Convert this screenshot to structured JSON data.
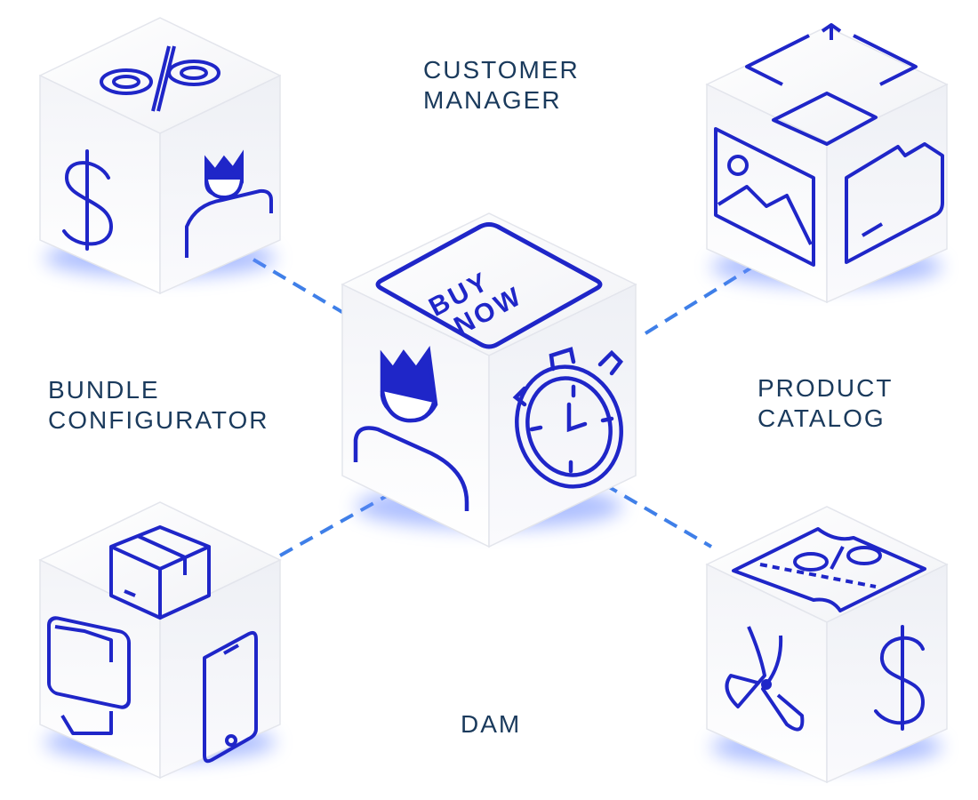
{
  "labels": {
    "customer_manager": [
      "CUSTOMER",
      "MANAGER"
    ],
    "bundle_configurator": [
      "BUNDLE",
      "CONFIGURATOR"
    ],
    "product_catalog": [
      "PRODUCT",
      "CATALOG"
    ],
    "dam": [
      "DAM"
    ]
  },
  "center_cube": {
    "badge_text": [
      "BUY",
      "NOW"
    ],
    "icons": [
      "buy-now-badge-icon",
      "customer-crown-icon",
      "stopwatch-icon"
    ]
  },
  "cubes": {
    "top_left": {
      "icons": [
        "percent-icon",
        "dollar-icon",
        "customer-crown-icon"
      ]
    },
    "top_right": {
      "icons": [
        "upload-box-icon",
        "image-icon",
        "folder-icon"
      ]
    },
    "bottom_left": {
      "icons": [
        "package-icon",
        "smartwatch-icon",
        "smartphone-icon"
      ]
    },
    "bottom_right": {
      "icons": [
        "coupon-percent-icon",
        "scissors-icon",
        "dollar-icon"
      ]
    }
  },
  "colors": {
    "icon": "#1f26c8",
    "dashed_line": "#3f7fe8",
    "glow": "#6d8cff",
    "label": "#1a3a5c"
  }
}
